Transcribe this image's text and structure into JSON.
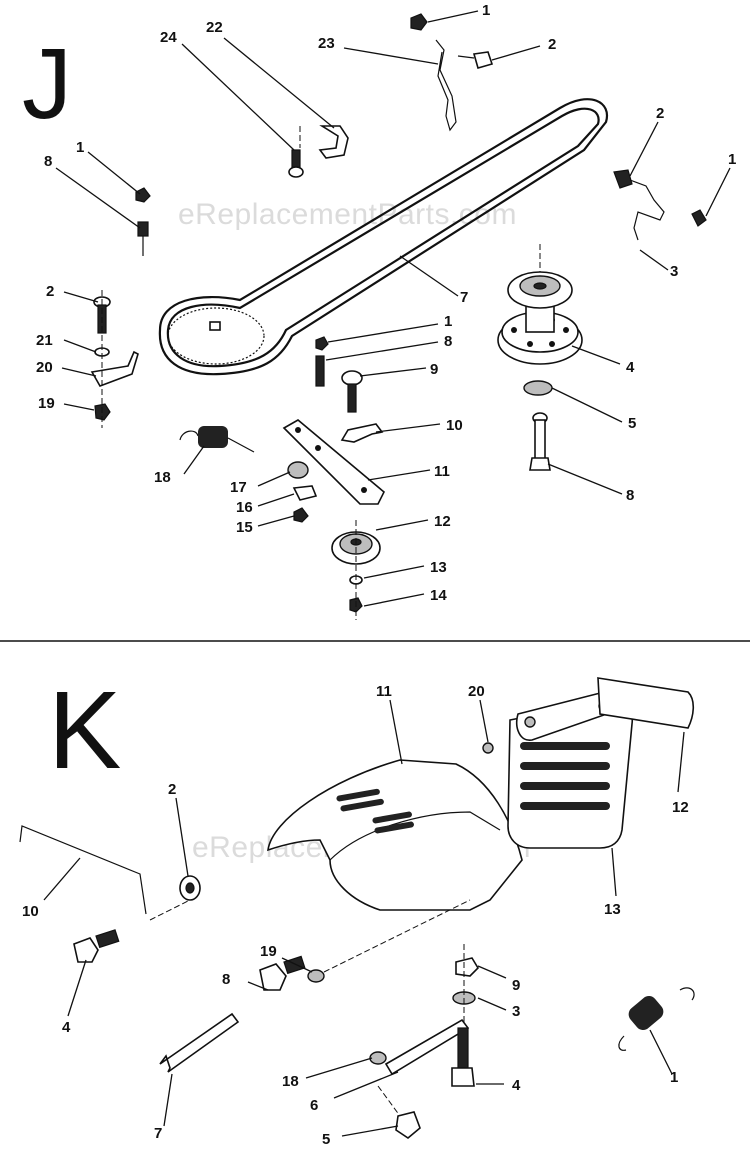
{
  "watermark": "eReplacementParts.com",
  "sections": [
    {
      "letter": "J"
    },
    {
      "letter": "K"
    }
  ],
  "section_j": {
    "callouts": [
      "1",
      "2",
      "23",
      "24",
      "22",
      "2",
      "1",
      "8",
      "1",
      "3",
      "7",
      "2",
      "21",
      "20",
      "19",
      "1",
      "8",
      "9",
      "4",
      "5",
      "10",
      "18",
      "17",
      "11",
      "16",
      "15",
      "12",
      "8",
      "13",
      "14"
    ]
  },
  "section_k": {
    "callouts": [
      "11",
      "20",
      "12",
      "2",
      "10",
      "13",
      "19",
      "8",
      "9",
      "3",
      "4",
      "18",
      "6",
      "1",
      "7",
      "5",
      "4"
    ]
  }
}
